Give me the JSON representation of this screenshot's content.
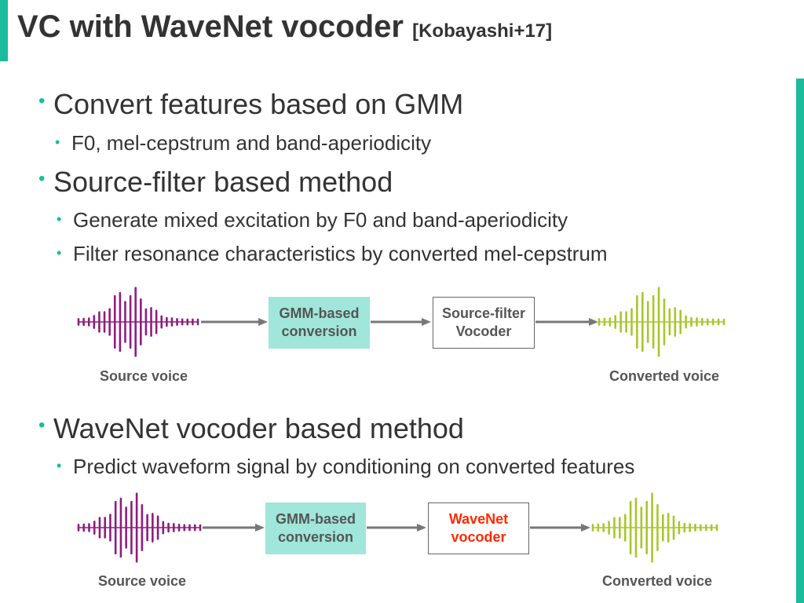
{
  "title": {
    "main": "VC with WaveNet vocoder",
    "cite": "[Kobayashi+17]"
  },
  "bullets": {
    "b1": "Convert features based on GMM",
    "b1_1": "F0, mel-cepstrum and band-aperiodicity",
    "b2": "Source-filter based method",
    "b2_1": "Generate mixed excitation by F0 and band-aperiodicity",
    "b2_2": "Filter resonance characteristics by converted mel-cepstrum",
    "b3": "WaveNet vocoder based method",
    "b3_1": "Predict waveform signal by conditioning on converted features"
  },
  "bullet_glyph": "•",
  "diagram1": {
    "box1": [
      "GMM-based",
      "conversion"
    ],
    "box2": [
      "Source-filter",
      "Vocoder"
    ],
    "source_label": "Source voice",
    "target_label": "Converted voice"
  },
  "diagram2": {
    "box1": [
      "GMM-based",
      "conversion"
    ],
    "box2": [
      "WaveNet",
      "vocoder"
    ],
    "source_label": "Source voice",
    "target_label": "Converted voice"
  },
  "colors": {
    "accent": "#1abc9c",
    "box_fill": "#a0e6da",
    "source_wave": "#8e1d7f",
    "converted_wave": "#a8c62b",
    "arrow": "#777777",
    "highlight_text": "#ff2a00"
  },
  "icons": {
    "source_waveform": "source-waveform-icon",
    "converted_waveform": "converted-waveform-icon"
  }
}
